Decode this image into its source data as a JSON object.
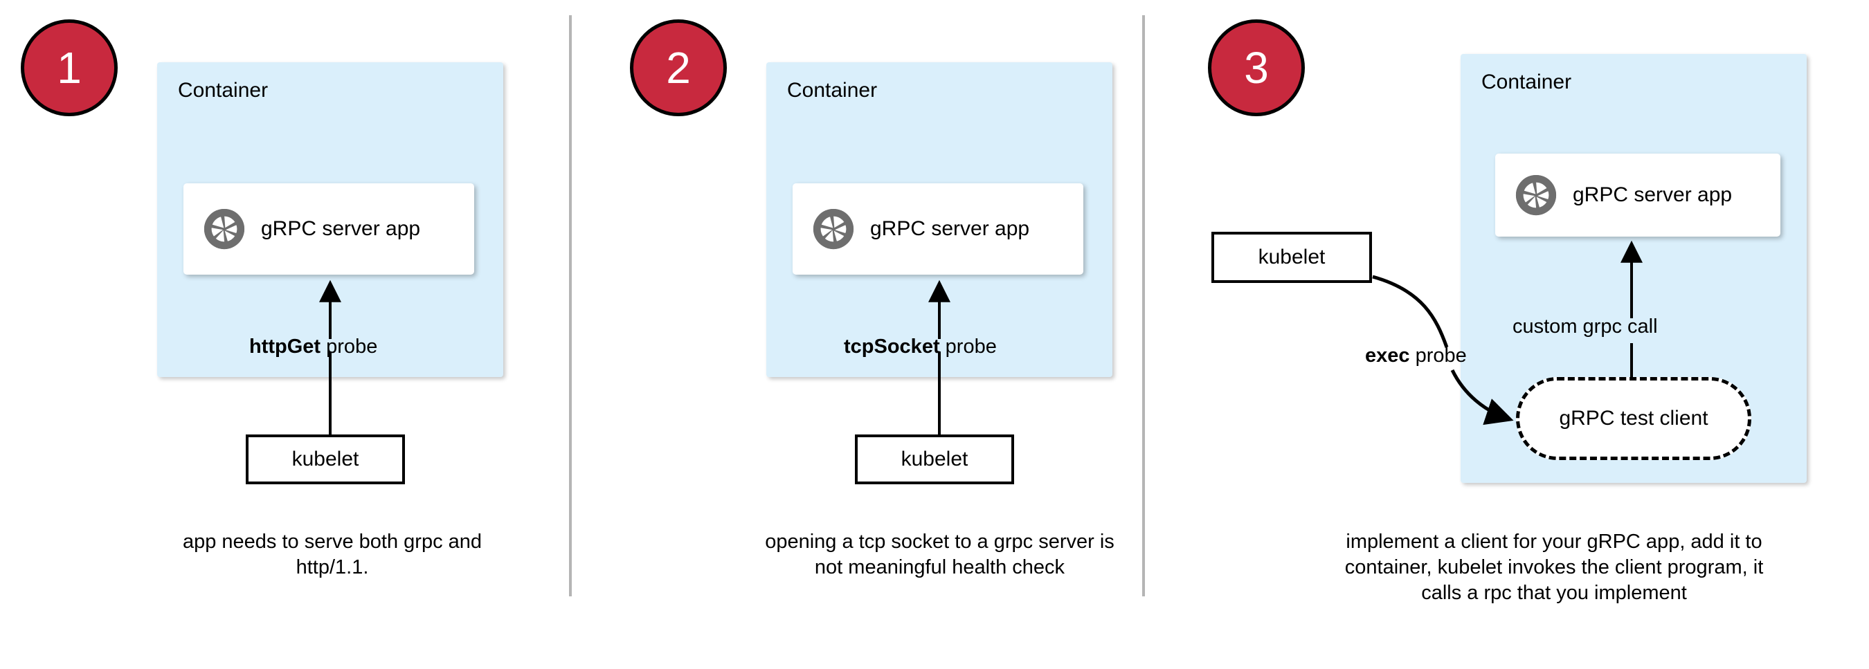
{
  "theme": {
    "badge_fill": "#C8293E",
    "badge_text": "#FFFFFF",
    "container_fill": "#DAEFFB",
    "card_fill": "#FFFFFF",
    "stroke": "#000000",
    "divider": "#B5B5B5",
    "logo_gray": "#6E6E6E"
  },
  "panels": [
    {
      "badge": "1",
      "container_label": "Container",
      "app_label": "gRPC server app",
      "app_icon": "grpc-logo-icon",
      "probe_label_bold": "httpGet",
      "probe_label_rest": " probe",
      "kubelet_label": "kubelet",
      "caption": "app needs to serve both grpc and http/1.1."
    },
    {
      "badge": "2",
      "container_label": "Container",
      "app_label": "gRPC server app",
      "app_icon": "grpc-logo-icon",
      "probe_label_bold": "tcpSocket",
      "probe_label_rest": " probe",
      "kubelet_label": "kubelet",
      "caption": "opening a tcp socket to a grpc server is not meaningful health check"
    },
    {
      "badge": "3",
      "container_label": "Container",
      "app_label": "gRPC server app",
      "app_icon": "grpc-logo-icon",
      "probe_label_bold": "exec",
      "probe_label_rest": " probe",
      "kubelet_label": "kubelet",
      "test_client_label": "gRPC test client",
      "call_label": "custom grpc call",
      "caption": "implement a client for your gRPC app, add it to container, kubelet invokes the client program, it calls a rpc that you implement"
    }
  ]
}
